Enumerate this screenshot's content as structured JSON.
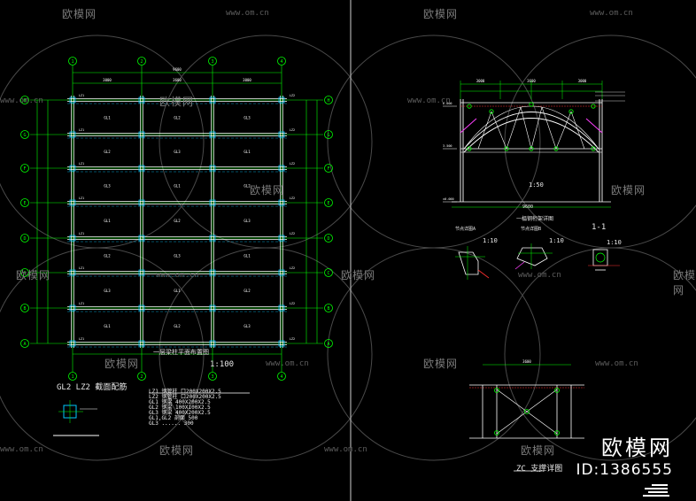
{
  "plan": {
    "axes_top": [
      "1",
      "2",
      "3",
      "4"
    ],
    "axes_left": [
      "H",
      "G",
      "F",
      "E",
      "D",
      "C",
      "B",
      "A"
    ],
    "axes_bottom": [
      "1",
      "2",
      "3",
      "4"
    ],
    "title": "一层梁柱平面布置图",
    "scale": "1:100",
    "top_total": "9600",
    "top_spans": [
      "3000",
      "3600",
      "3000"
    ],
    "beam_labels": [
      "GL1",
      "GL2",
      "GL3",
      "LZ1",
      "LZ2"
    ],
    "section_title": "GL2 LZ2 截面配筋"
  },
  "legend": {
    "lines": [
      "LZ1 钢管柱  口200X200X2.5",
      "LZ2 钢管柱  口200X200X2.5",
      "GL1 钢梁    400X200X2.5",
      "GL2 钢梁    100X100X2.5",
      "GL3 钢梁    400X200X2.5",
      "GL1,GL2 剖面 500",
      "GL3 ...... 300"
    ]
  },
  "truss": {
    "dims_top": [
      "3000",
      "3600",
      "3000"
    ],
    "scale": "1:50",
    "bottom_dim": "9600",
    "title": "一榀钢桁架详图",
    "elev_labels": [
      "±0.000",
      "3.500",
      "6.000"
    ],
    "details": [
      "节点详图A",
      "节点详图B",
      "1-1"
    ],
    "detail_scales": [
      "1:10",
      "1:10",
      "1:10"
    ]
  },
  "bracing": {
    "title": "ZC 支撑详图",
    "top_dim": "3600"
  },
  "watermarks": {
    "brand": "欧模网",
    "url": "www.om.cn",
    "logo": "欧模网",
    "id": "ID:1386555"
  },
  "colors": {
    "background": "#000000",
    "grid_axis": "#00ff00",
    "beam": "#ffffff",
    "column": "#00c8ff",
    "dimension": "#00ff00",
    "member_red": "#ff3030",
    "member_magenta": "#ff40ff",
    "text": "#ffffff",
    "watermark": "#7a7a7a"
  }
}
